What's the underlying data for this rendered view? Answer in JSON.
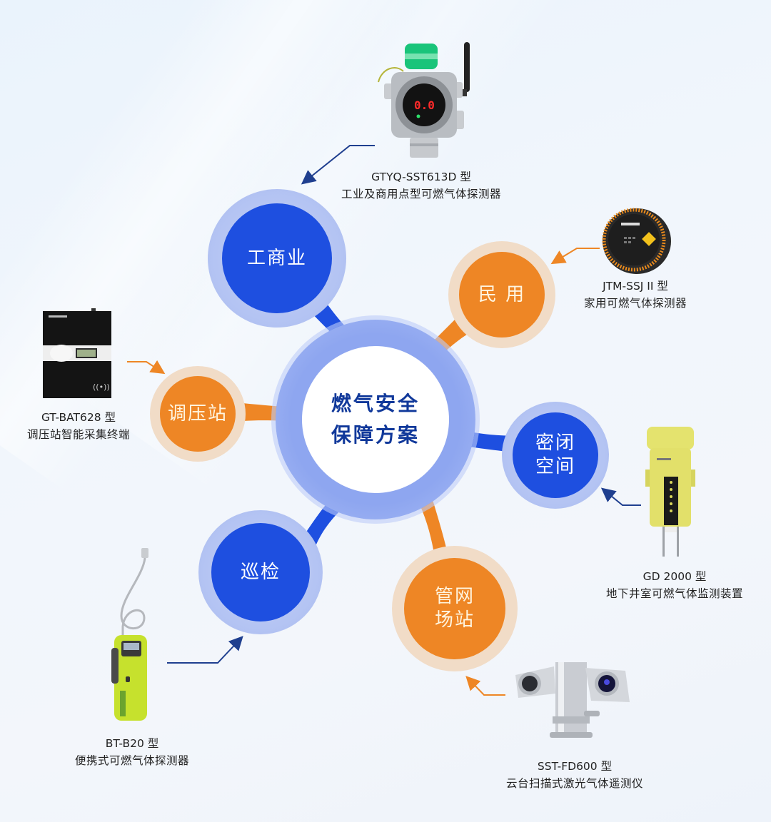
{
  "center": {
    "title": "燃气安全\n保障方案"
  },
  "colors": {
    "blue_core": "#1e4fe0",
    "blue_ring": "#a9bbf1",
    "orange_core": "#ee8625",
    "orange_ring": "#f1dcc7",
    "center_text": "#10389a",
    "arrow_blue": "#1f3f8f",
    "arrow_orange": "#ee8625",
    "background": "#eef4fb"
  },
  "nodes": [
    {
      "id": "commercial",
      "label": "工商业",
      "color": "blue"
    },
    {
      "id": "residential",
      "label": "民 用",
      "color": "orange"
    },
    {
      "id": "confined-space",
      "label": "密闭\n空间",
      "color": "blue"
    },
    {
      "id": "pipeline-station",
      "label": "管网\n场站",
      "color": "orange"
    },
    {
      "id": "patrol",
      "label": "巡检",
      "color": "blue"
    },
    {
      "id": "regulator-station",
      "label": "调压站",
      "color": "orange"
    }
  ],
  "products": [
    {
      "node": "commercial",
      "model": "GTYQ-SST613D 型",
      "desc": "工业及商用点型可燃气体探测器",
      "icon": "fixed-gas-detector-icon",
      "display": "0.0"
    },
    {
      "node": "residential",
      "model": "JTM-SSJ II 型",
      "desc": "家用可燃气体探测器",
      "icon": "household-detector-icon"
    },
    {
      "node": "confined-space",
      "model": "GD 2000 型",
      "desc": "地下井室可燃气体监测装置",
      "icon": "manhole-monitor-icon"
    },
    {
      "node": "pipeline-station",
      "model": "SST-FD600 型",
      "desc": "云台扫描式激光气体遥测仪",
      "icon": "laser-ptz-camera-icon"
    },
    {
      "node": "patrol",
      "model": "BT-B20 型",
      "desc": "便携式可燃气体探测器",
      "icon": "portable-detector-icon"
    },
    {
      "node": "regulator-station",
      "model": "GT-BAT628 型",
      "desc": "调压站智能采集终端",
      "icon": "data-terminal-icon"
    }
  ]
}
